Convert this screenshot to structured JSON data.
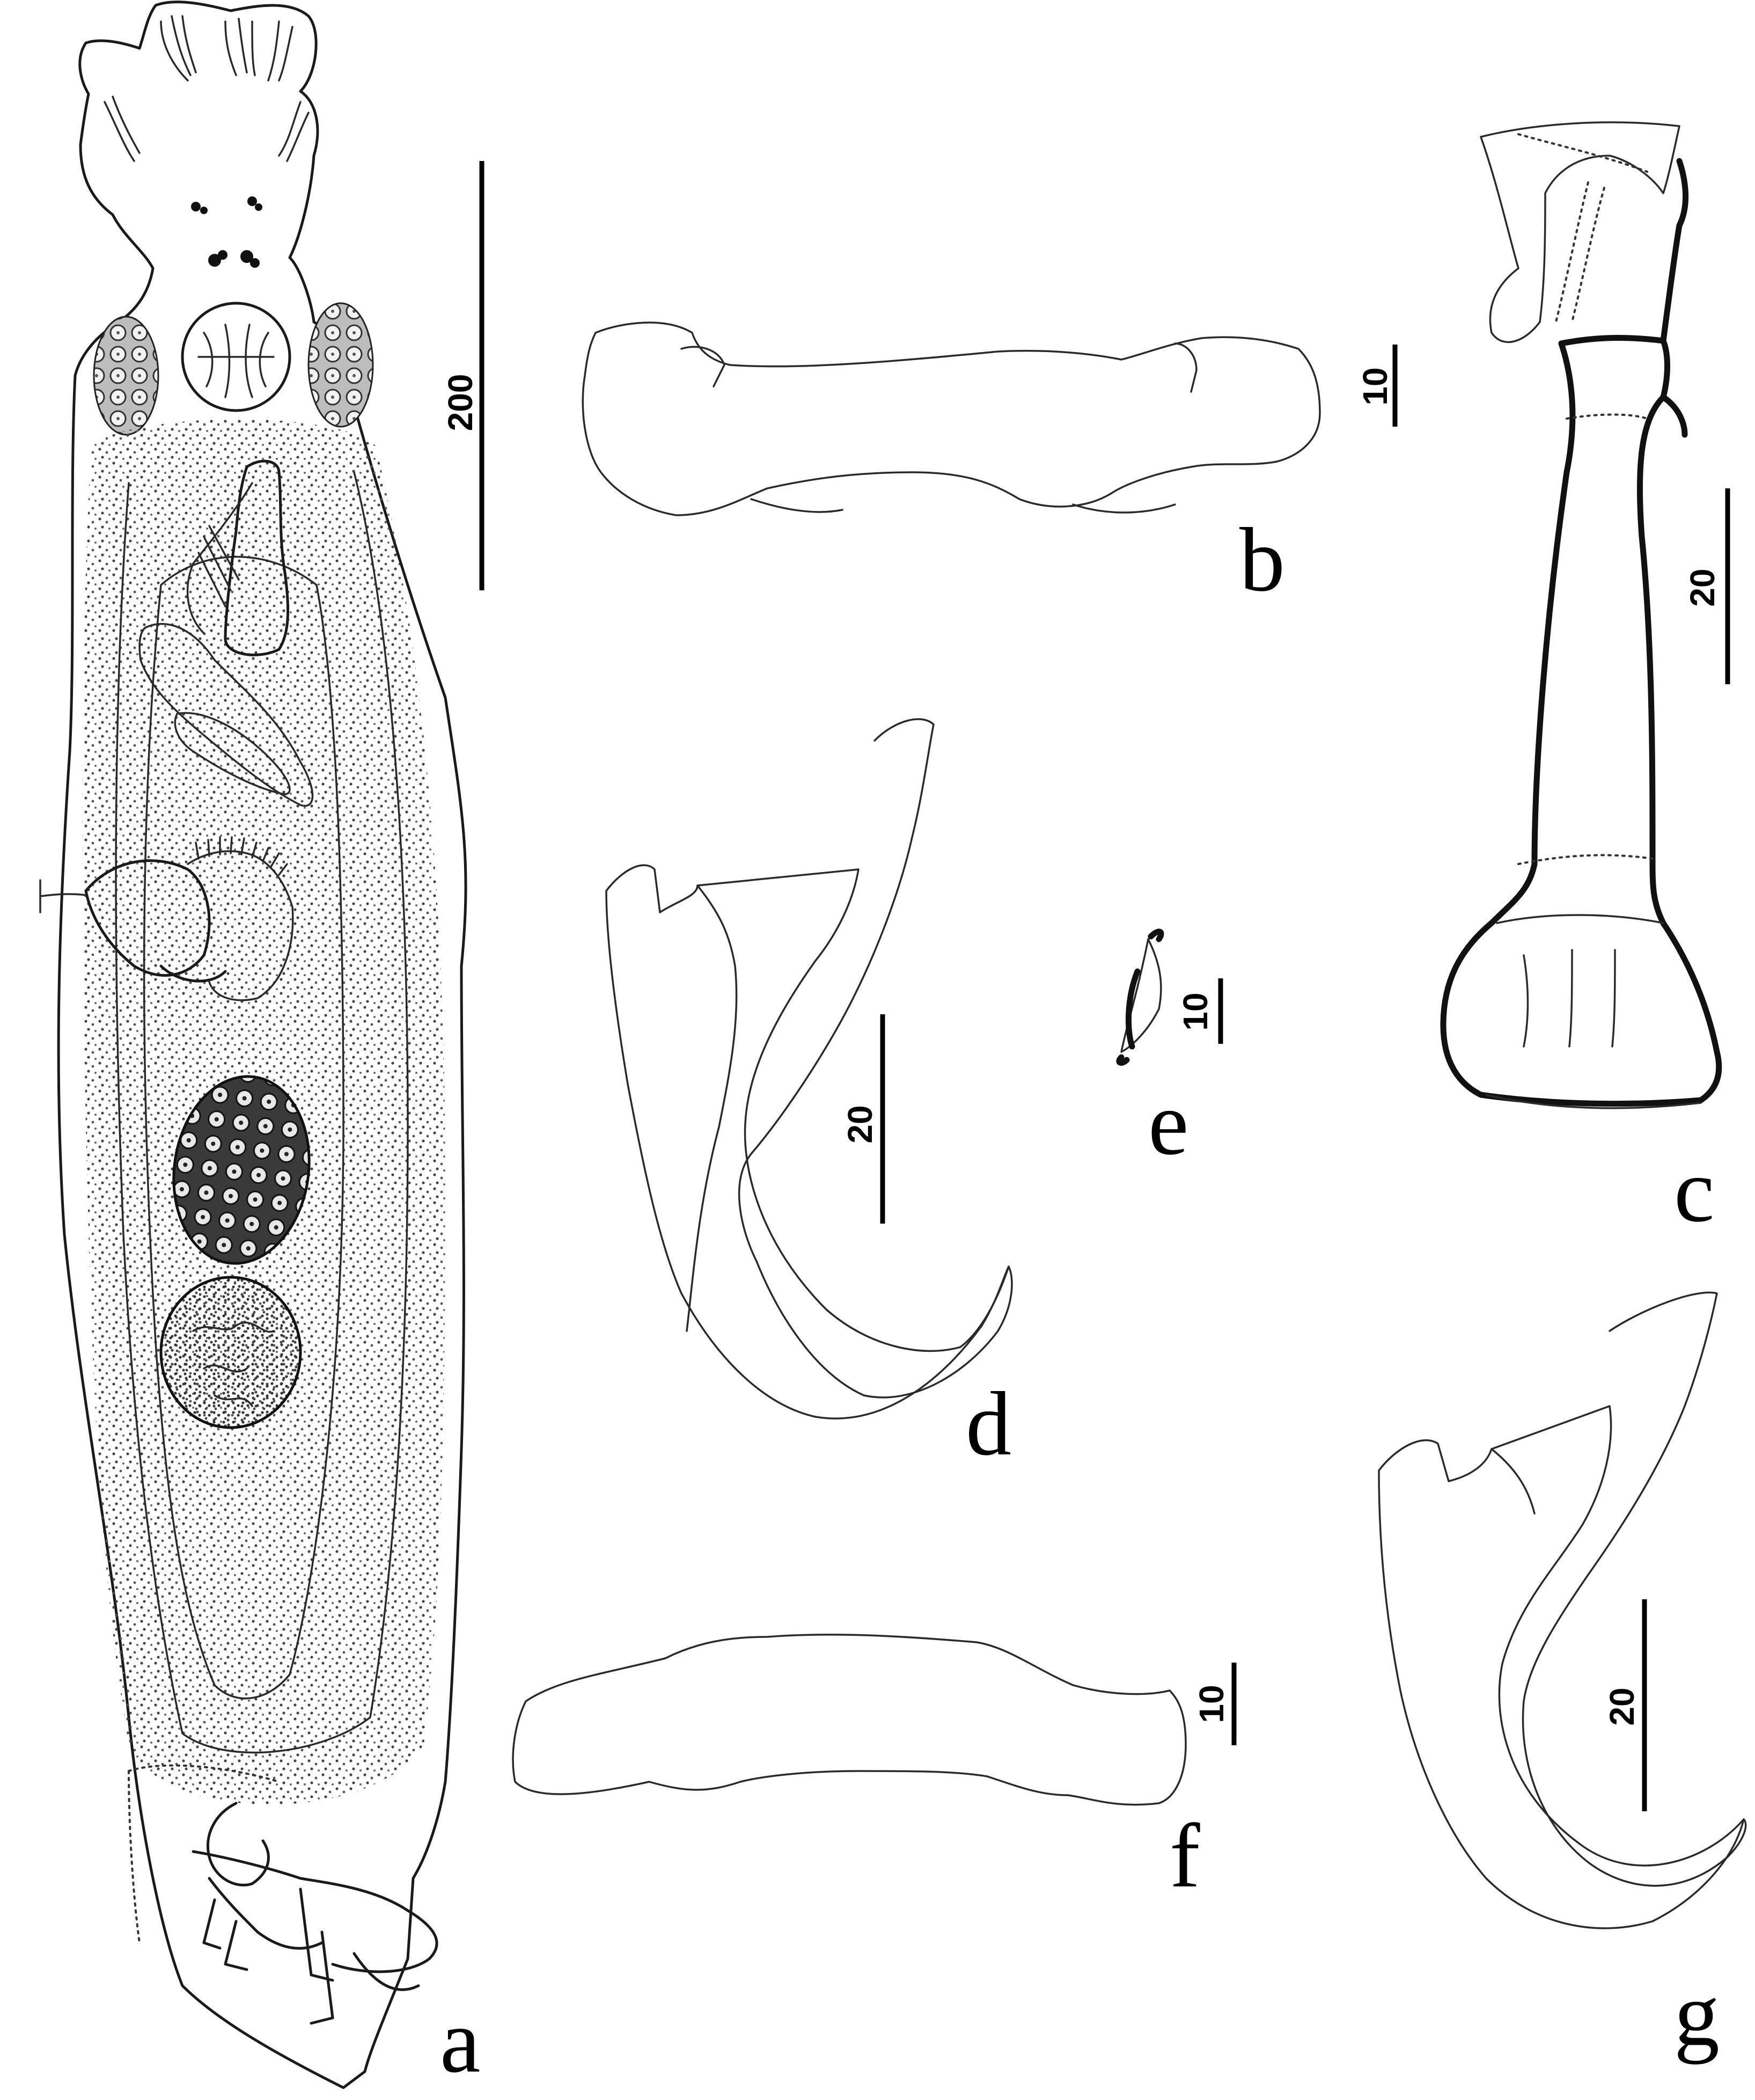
{
  "panels": [
    {
      "id": "a",
      "letter": "a",
      "scale": "200"
    },
    {
      "id": "b",
      "letter": "b",
      "scale": "10"
    },
    {
      "id": "c",
      "letter": "c",
      "scale": "20"
    },
    {
      "id": "d",
      "letter": "d",
      "scale": "20"
    },
    {
      "id": "e",
      "letter": "e",
      "scale": "10"
    },
    {
      "id": "f",
      "letter": "f",
      "scale": "10"
    },
    {
      "id": "g",
      "letter": "g",
      "scale": "20"
    }
  ]
}
